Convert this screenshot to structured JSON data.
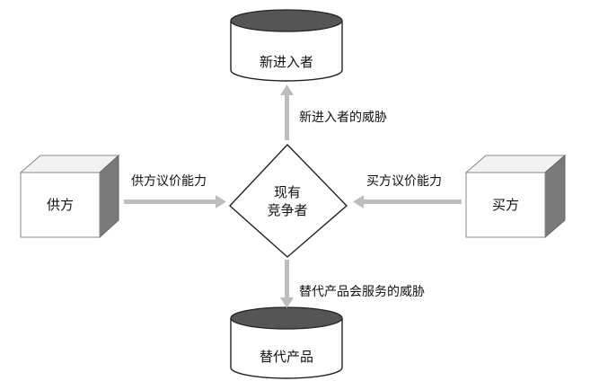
{
  "nodes": {
    "new_entrants": "新进入者",
    "substitutes": "替代产品",
    "suppliers": "供方",
    "buyers": "买方",
    "rivals_line1": "现有",
    "rivals_line2": "竞争者"
  },
  "arrows": {
    "entrant_threat": "新进入者的威胁",
    "substitute_threat": "替代产品会服务的威胁",
    "supplier_power": "供方议价能力",
    "buyer_power": "买方议价能力"
  }
}
